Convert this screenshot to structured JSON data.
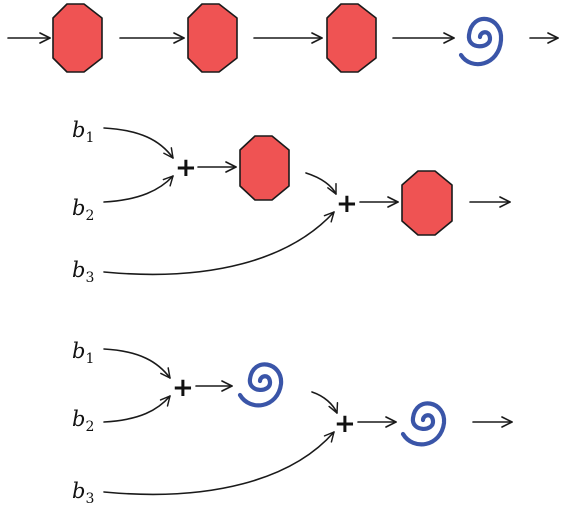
{
  "diagram": {
    "colors": {
      "octagon_fill": "#ef5353",
      "spiral_stroke": "#3a55a8",
      "line": "#1a1a1a"
    },
    "combine_symbol": "+",
    "inputs": [
      {
        "base": "b",
        "sub": "1"
      },
      {
        "base": "b",
        "sub": "2"
      },
      {
        "base": "b",
        "sub": "3"
      }
    ],
    "sequence": [
      "octagon",
      "octagon",
      "octagon",
      "spiral"
    ]
  }
}
